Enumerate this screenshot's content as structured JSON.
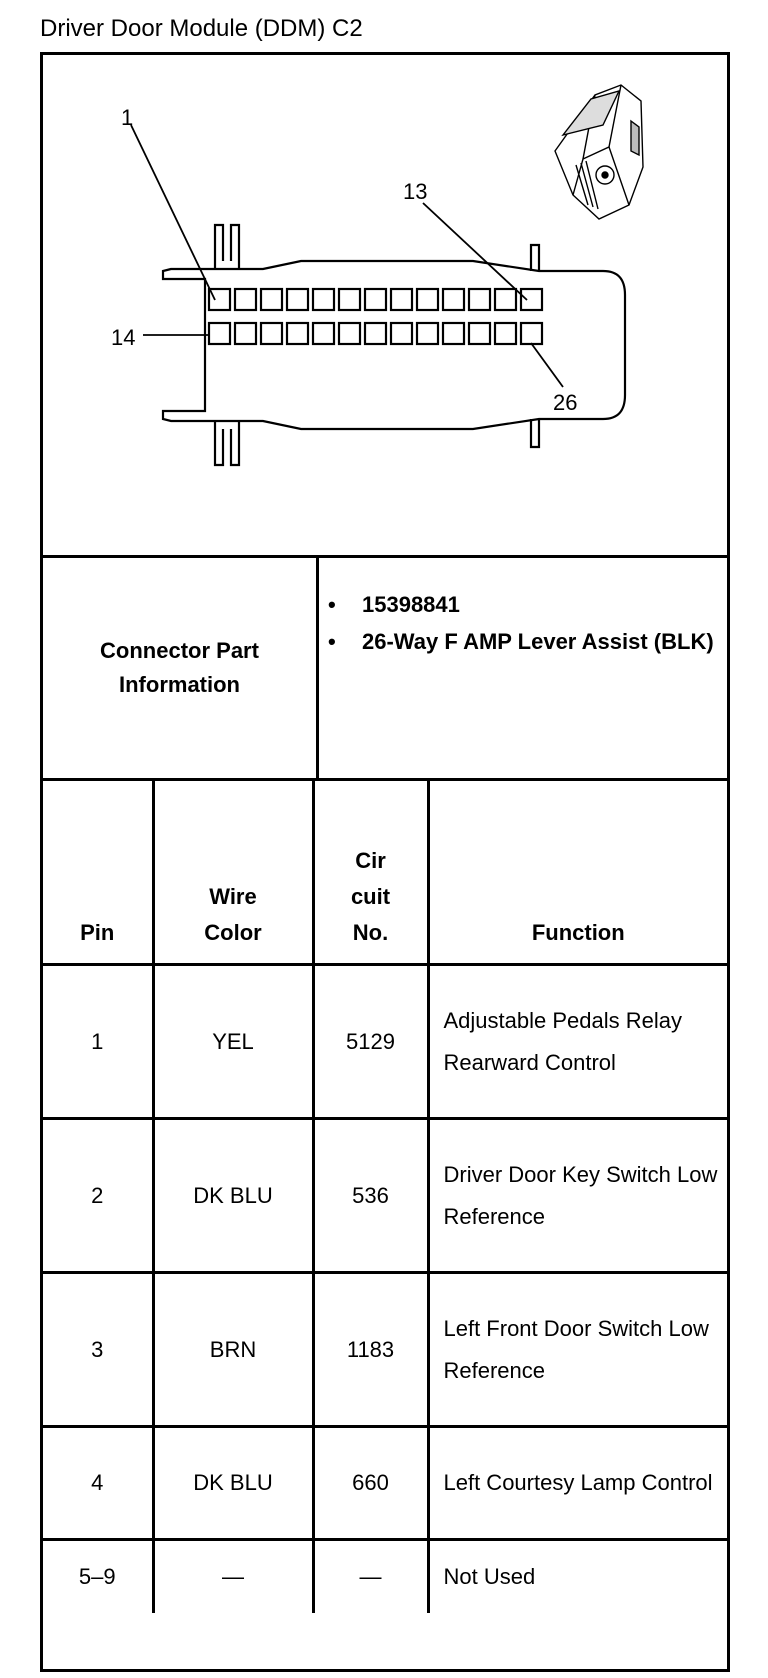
{
  "title": "Driver Door Module (DDM) C2",
  "diagram": {
    "labels": {
      "pin1": "1",
      "pin13": "13",
      "pin14": "14",
      "pin26": "26"
    }
  },
  "info": {
    "label": "Connector Part Information",
    "items": [
      "15398841",
      "26-Way F AMP Lever Assist (BLK)"
    ]
  },
  "table": {
    "headers": {
      "pin": "Pin",
      "wire_color": "Wire Color",
      "circuit": "Cir cuit No.",
      "function": "Function"
    },
    "rows": [
      {
        "pin": "1",
        "wire_color": "YEL",
        "circuit": "5129",
        "function": "Adjustable Pedals Relay Rearward Control"
      },
      {
        "pin": "2",
        "wire_color": "DK BLU",
        "circuit": "536",
        "function": "Driver Door Key Switch Low Reference"
      },
      {
        "pin": "3",
        "wire_color": "BRN",
        "circuit": "1183",
        "function": "Left Front Door Switch Low Reference"
      },
      {
        "pin": "4",
        "wire_color": "DK BLU",
        "circuit": "660",
        "function": "Left Courtesy Lamp Control"
      },
      {
        "pin": "5–9",
        "wire_color": "—",
        "circuit": "—",
        "function": "Not Used"
      }
    ]
  }
}
